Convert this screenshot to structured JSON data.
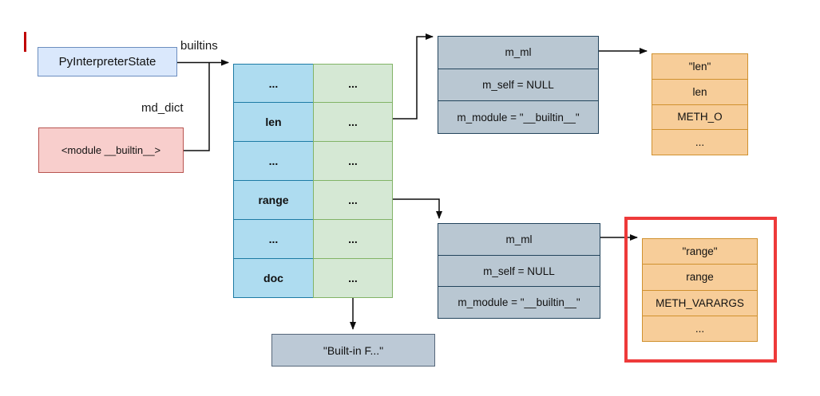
{
  "diagram": {
    "interpreter_box": {
      "label": "PyInterpreterState"
    },
    "module_box": {
      "label": "<module __builtin__>"
    },
    "edge_labels": {
      "builtins": "builtins",
      "md_dict": "md_dict"
    },
    "dict_table": {
      "keys": [
        "...",
        "len",
        "...",
        "range",
        "...",
        "doc"
      ],
      "values": [
        "...",
        "...",
        "...",
        "...",
        "...",
        "..."
      ]
    },
    "len_method_box": {
      "rows": [
        "m_ml",
        "m_self = NULL",
        "m_module = \"__builtin__\""
      ]
    },
    "range_method_box": {
      "rows": [
        "m_ml",
        "m_self = NULL",
        "m_module = \"__builtin__\""
      ]
    },
    "len_def_box": {
      "rows": [
        "\"len\"",
        "len",
        "METH_O",
        "..."
      ]
    },
    "range_def_box": {
      "rows": [
        "\"range\"",
        "range",
        "METH_VARARGS",
        "..."
      ]
    },
    "doc_value_box": {
      "label": "\"Built-in F...\""
    },
    "colors": {
      "interpreter_fill": "#dae8fc",
      "interpreter_border": "#6c8ebf",
      "module_fill": "#f8cecc",
      "module_border": "#b85450",
      "dict_key_fill": "#aedcf0",
      "dict_key_border": "#1d7ba4",
      "dict_value_fill": "#d5e8d4",
      "dict_value_border": "#82b366",
      "method_fill": "#b9c7d2",
      "method_border": "#23445c",
      "def_fill": "#f7cd99",
      "def_border": "#d0912f",
      "doc_fill": "#bcc9d6",
      "doc_border": "#56677a",
      "highlight_border": "#ee3a3a",
      "edge_stroke": "#0d0d0d"
    }
  }
}
